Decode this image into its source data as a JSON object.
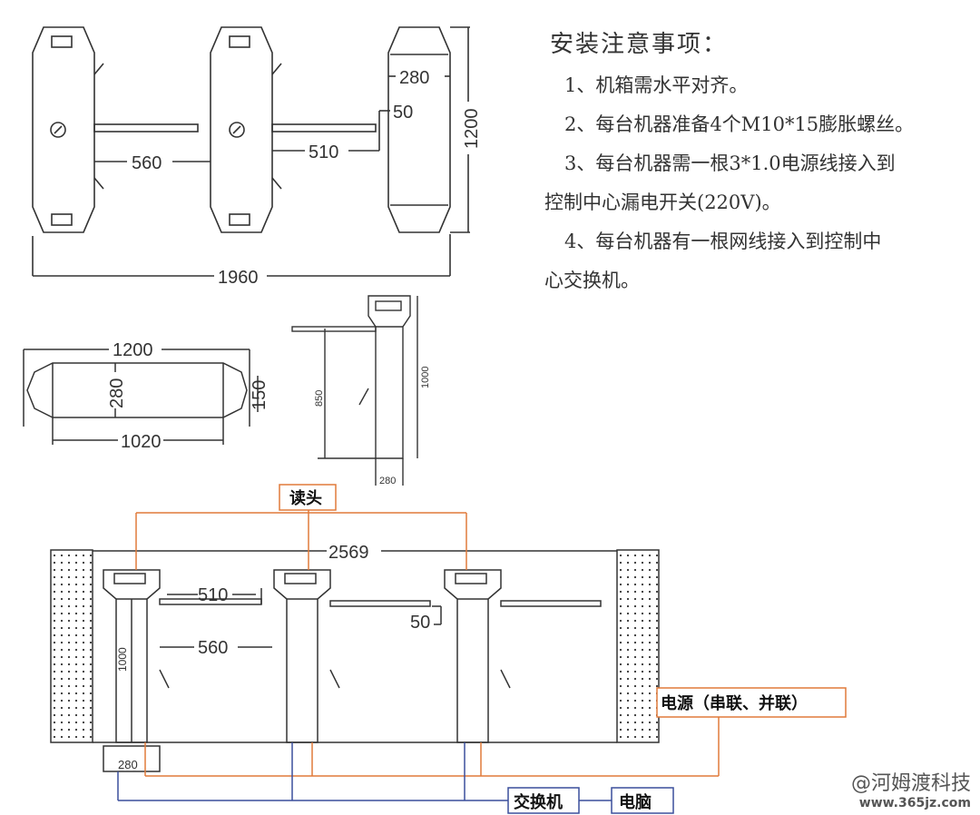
{
  "notes": {
    "title": "安装注意事项：",
    "items": [
      "1、机箱需水平对齐。",
      "2、每台机器准备4个M10*15膨胀螺丝。",
      "3、每台机器需一根3*1.0电源线接入到",
      "控制中心漏电开关(220V)。",
      "4、每台机器有一根网线接入到控制中",
      "心交换机。"
    ]
  },
  "top_view": {
    "d_280": "280",
    "d_50": "50",
    "d_1200": "1200",
    "d_560": "560",
    "d_510": "510",
    "d_1960": "1960"
  },
  "side_view": {
    "d_1200": "1200",
    "d_280": "280",
    "d_150": "150",
    "d_1020": "1020"
  },
  "front_view": {
    "d_850": "850",
    "d_1000": "1000",
    "d_280": "280"
  },
  "wiring": {
    "reader": "读头",
    "d_2569": "2569",
    "d_510": "510",
    "d_560": "560",
    "d_50": "50",
    "d_1000": "1000",
    "d_280": "280",
    "power": "电源（串联、并联）",
    "switch": "交换机",
    "computer": "电脑"
  },
  "watermark": {
    "brand": "@河姆渡科技",
    "url": "www.365jz.com"
  },
  "colors": {
    "line": "#333333",
    "orange": "#e07a3a",
    "blue": "#3a4f9c"
  }
}
